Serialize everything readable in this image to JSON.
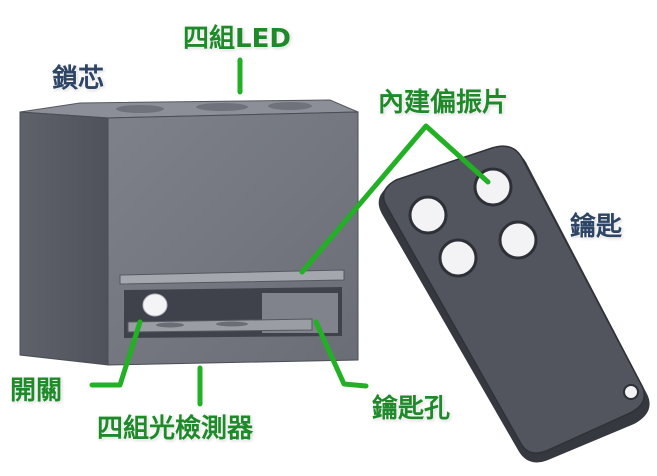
{
  "labels": {
    "lock_core": "鎖芯",
    "four_led": "四組LED",
    "polarizer": "內建偏振片",
    "key": "鑰匙",
    "switch": "開關",
    "sensors": "四組光檢測器",
    "keyhole": "鑰匙孔"
  },
  "colors": {
    "green_text": "#1f8a2a",
    "blue_text": "#2e4566",
    "leader": "#22b024",
    "box_front": "#73767f",
    "box_side": "#5b5e67",
    "box_top": "#8a8d95",
    "key_body": "#4d5058"
  }
}
